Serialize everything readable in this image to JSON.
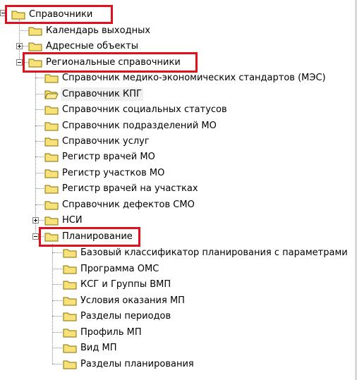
{
  "tree": {
    "root": {
      "label": "Справочники"
    },
    "level1": [
      {
        "label": "Календарь выходных"
      },
      {
        "label": "Адресные объекты"
      },
      {
        "label": "Региональные справочники"
      }
    ],
    "regional": [
      {
        "label": "Справочник медико-экономических стандартов (МЭС)"
      },
      {
        "label": "Справочник КПГ"
      },
      {
        "label": "Справочник социальных статусов"
      },
      {
        "label": "Справочник подразделений МО"
      },
      {
        "label": "Справочник услуг"
      },
      {
        "label": "Регистр врачей МО"
      },
      {
        "label": "Регистр участков МО"
      },
      {
        "label": "Регистр врачей на участках"
      },
      {
        "label": "Справочник дефектов СМО"
      },
      {
        "label": "НСИ"
      },
      {
        "label": "Планирование"
      }
    ],
    "planning": [
      {
        "label": "Базовый классификатор планирования с параметрами"
      },
      {
        "label": "Программа ОМС"
      },
      {
        "label": "КСГ и Группы ВМП"
      },
      {
        "label": "Условия оказания МП"
      },
      {
        "label": "Разделы периодов"
      },
      {
        "label": "Профиль МП"
      },
      {
        "label": "Вид МП"
      },
      {
        "label": "Разделы планирования"
      }
    ]
  },
  "colors": {
    "highlight_border": "#e0101c",
    "folder_fill": "#f7e27a",
    "folder_stroke": "#8a6d00"
  }
}
